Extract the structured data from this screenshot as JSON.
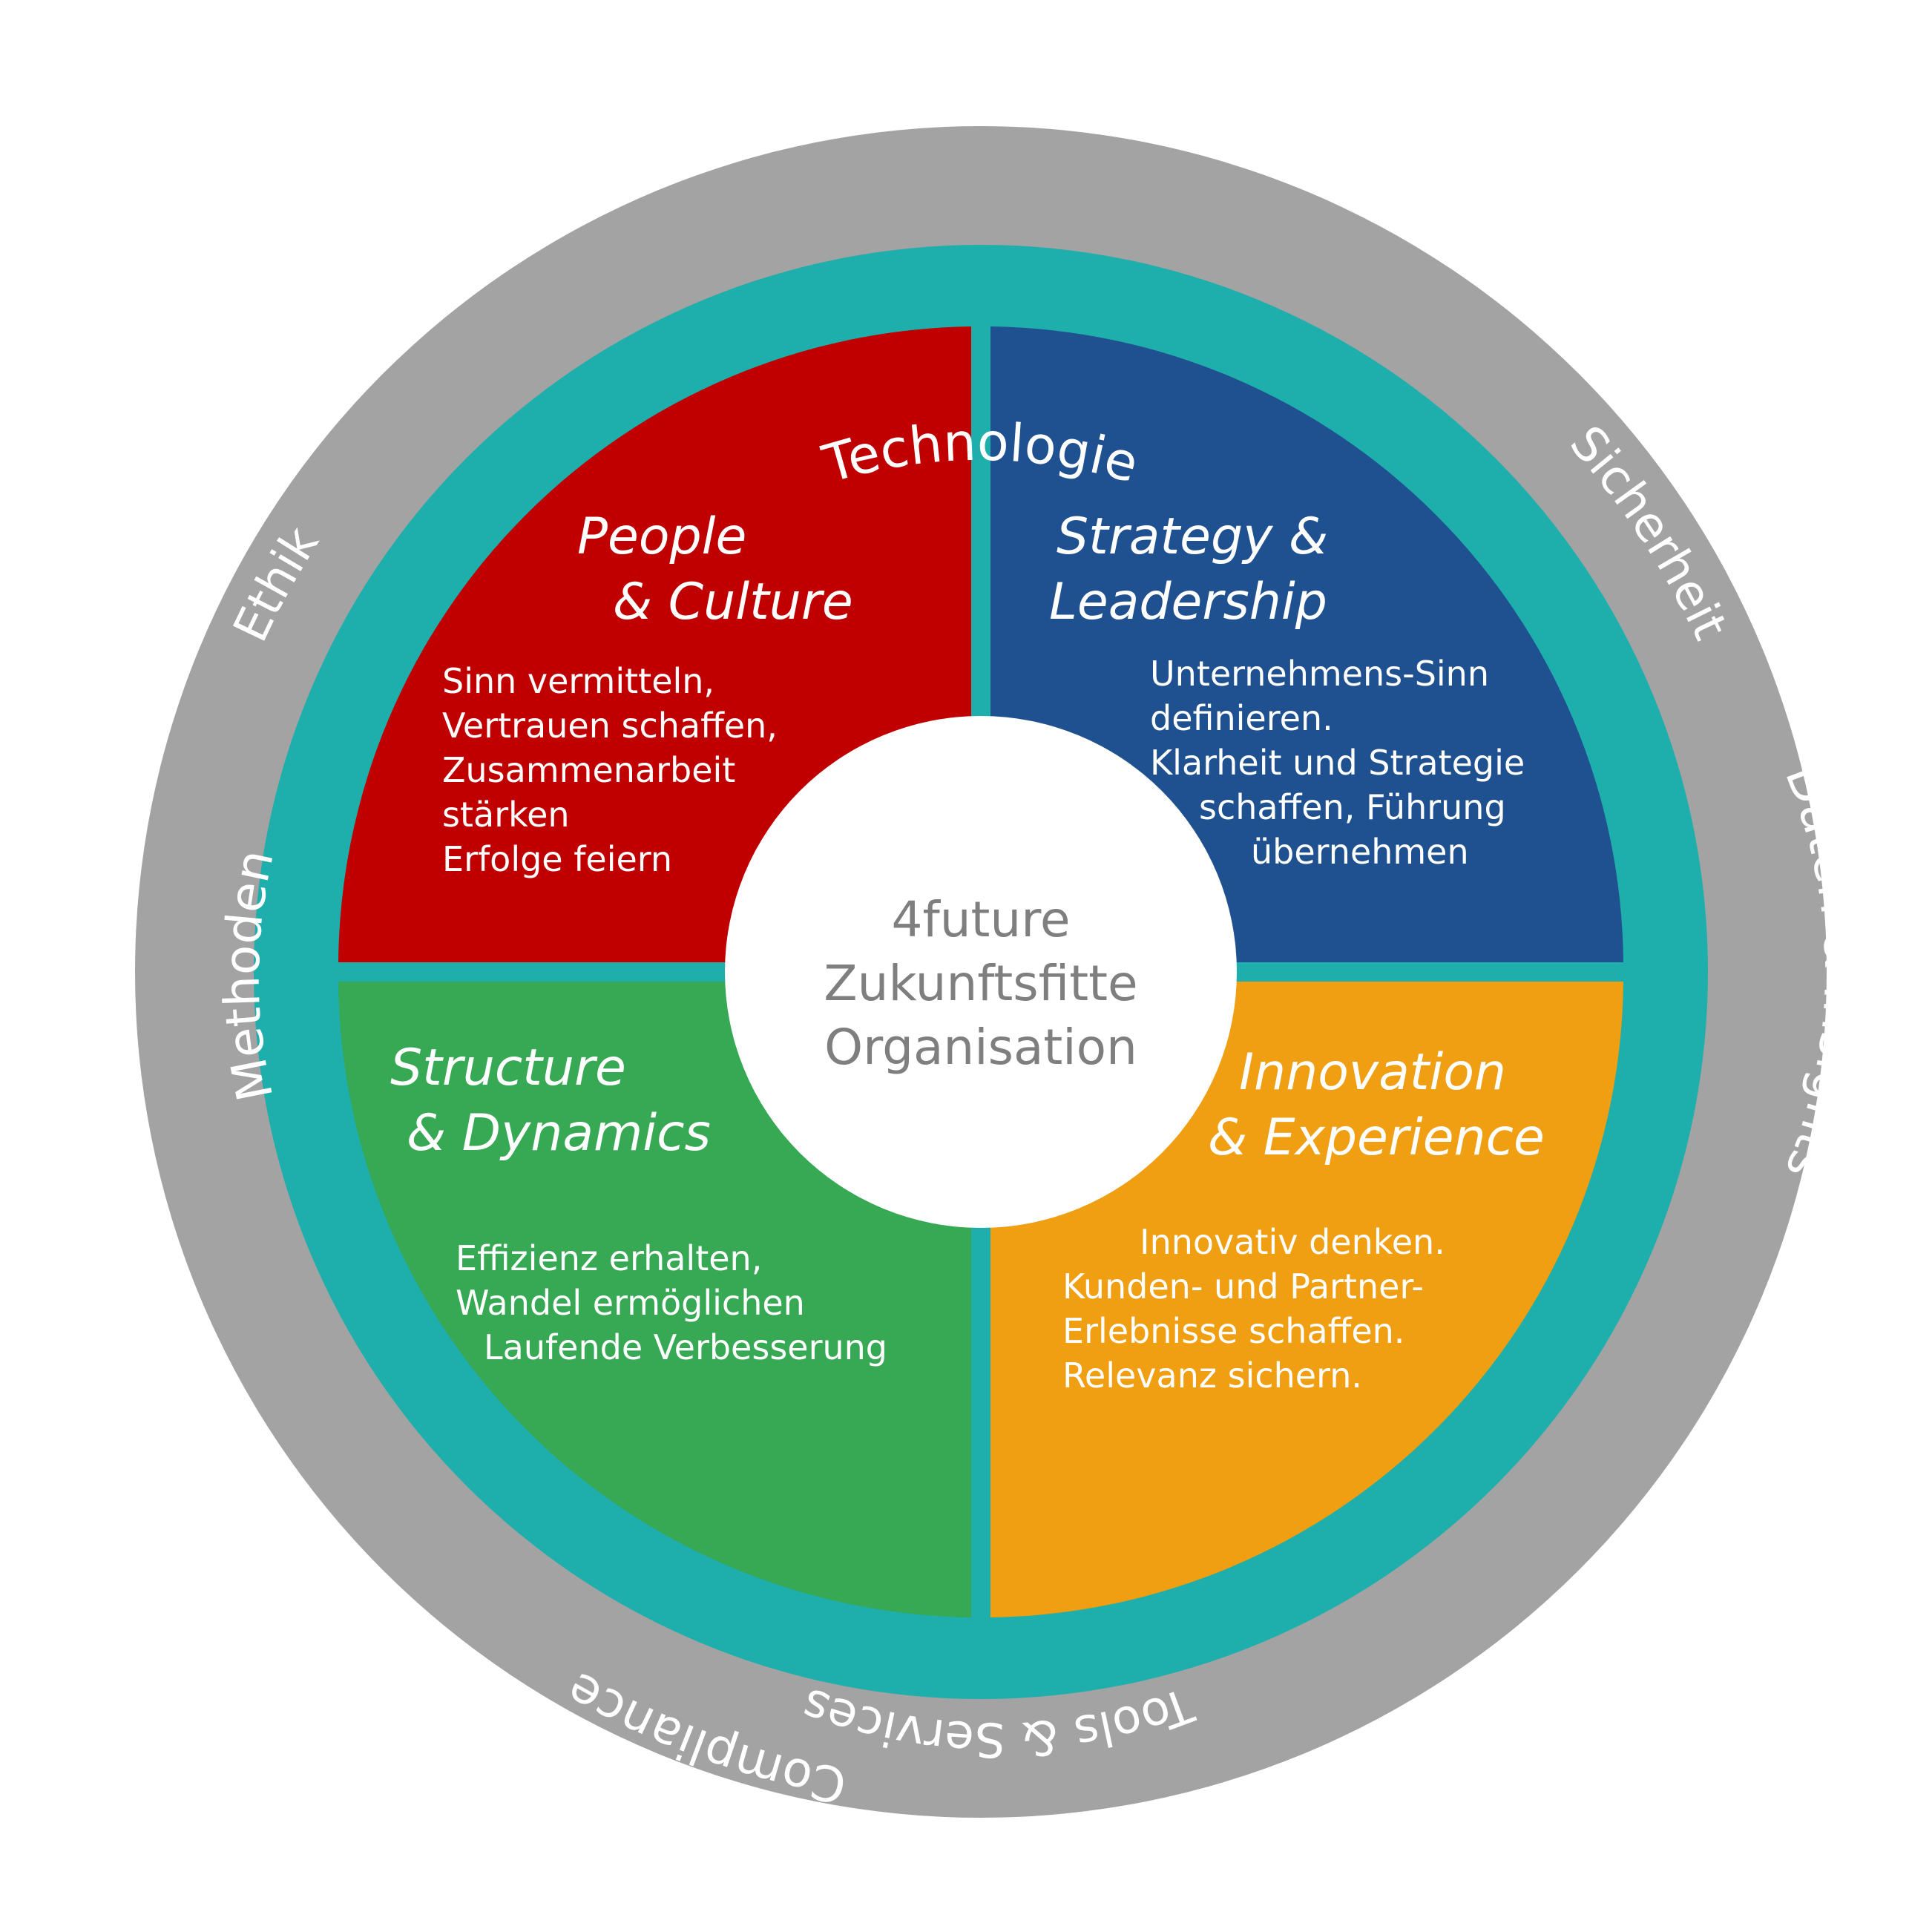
{
  "colors": {
    "outer_ring": "#a3a3a3",
    "inner_ring": "#1eafac",
    "people": "#c00000",
    "strategy": "#1f5190",
    "structure": "#37a853",
    "innovation": "#f09e12",
    "center_fill": "#ffffff",
    "center_text": "#7f7f7f"
  },
  "center": {
    "line1": "4future",
    "line2": "Zukunftsfitte",
    "line3": "Organisation"
  },
  "inner_ring_labels": {
    "top": "Technologie",
    "right": "Daten & Insights",
    "bottom": "Tools & Services",
    "left": "Methoden"
  },
  "outer_ring_labels": {
    "top_left": "Ethik",
    "top_right": "Sicherheit",
    "bottom_right": "Nachhaltigkeit",
    "bottom_left": "Compliance"
  },
  "quadrants": {
    "people": {
      "title1": "People",
      "title2": "& Culture",
      "lines": [
        "Sinn vermitteln,",
        "Vertrauen schaffen,",
        "Zusammenarbeit",
        "stärken",
        "Erfolge feiern"
      ]
    },
    "strategy": {
      "title1": "Strategy &",
      "title2": "Leadership",
      "lines": [
        "Unternehmens-Sinn",
        "definieren.",
        "Klarheit und Strategie",
        "schaffen, Führung",
        "übernehmen"
      ]
    },
    "structure": {
      "title1": "Structure",
      "title2": "& Dynamics",
      "lines": [
        "Effizienz erhalten,",
        "Wandel ermöglichen",
        "Laufende Verbesserung"
      ]
    },
    "innovation": {
      "title1": "Innovation",
      "title2": "& Experience",
      "lines": [
        "Innovativ denken.",
        "Kunden- und Partner-",
        "Erlebnisse schaffen.",
        "Relevanz sichern."
      ]
    }
  }
}
